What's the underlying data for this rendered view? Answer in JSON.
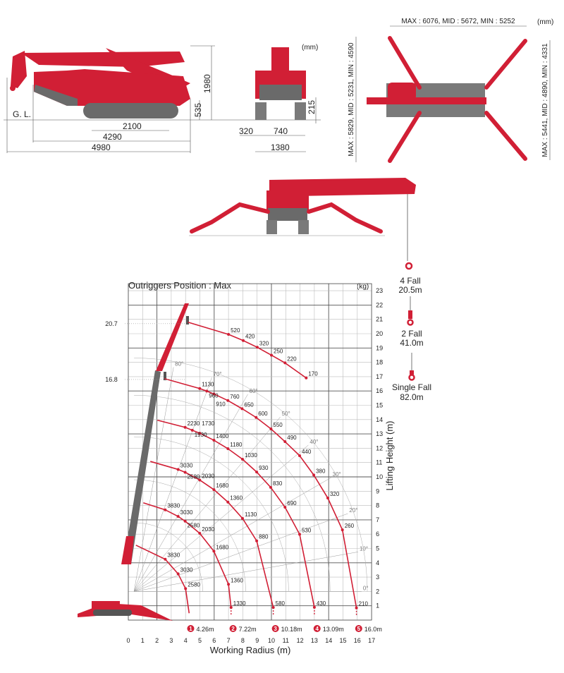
{
  "colors": {
    "crane_red": "#d11f35",
    "crane_gray": "#6a6a6a",
    "grid_dark": "#555555",
    "grid_light": "#bbbbbb"
  },
  "drawings": {
    "unit_label_front": "(mm)",
    "unit_label_top": "(mm)",
    "ground_label": "G. L.",
    "side": {
      "height": "1980",
      "ground_clearance": "535",
      "track_center": "2100",
      "body_length": "4290",
      "total_length": "4980"
    },
    "front": {
      "clearance": "215",
      "track_width": "320",
      "track_gap": "740",
      "total_width": "1380"
    },
    "top": {
      "width": "MAX : 6076, MID : 5672, MIN : 5252",
      "left_span": "MAX : 5829, MID : 5231, MIN : 4590",
      "right_span": "MAX : 5441, MID : 4890, MIN : 4331"
    },
    "falls": [
      {
        "name": "4 Fall",
        "height": "20.5m"
      },
      {
        "name": "2 Fall",
        "height": "41.0m"
      },
      {
        "name": "Single Fall",
        "height": "82.0m"
      }
    ]
  },
  "chart_data": {
    "type": "line",
    "title": "Outriggers Position : Max",
    "unit_label": "(kg)",
    "xlabel": "Working Radius (m)",
    "ylabel": "Lifting Height (m)",
    "xlim": [
      0,
      17
    ],
    "ylim": [
      0,
      23
    ],
    "x_ticks": [
      "0",
      "1",
      "2",
      "3",
      "4",
      "5",
      "6",
      "7",
      "8",
      "9",
      "10",
      "11",
      "12",
      "13",
      "14",
      "15",
      "16",
      "17"
    ],
    "y_ticks": [
      "1",
      "2",
      "3",
      "4",
      "5",
      "6",
      "7",
      "8",
      "9",
      "10",
      "11",
      "12",
      "13",
      "14",
      "15",
      "16",
      "17",
      "18",
      "19",
      "20",
      "21",
      "22",
      "23"
    ],
    "grid": true,
    "height_marks": [
      "20.7",
      "16.8"
    ],
    "boom_angles": [
      "80°",
      "70°",
      "60°",
      "50°",
      "40°",
      "30°",
      "20°",
      "10°",
      "0°"
    ],
    "radius_markers": [
      {
        "num": "1",
        "label": "4.26m",
        "x": 4.26
      },
      {
        "num": "2",
        "label": "7.22m",
        "x": 7.22
      },
      {
        "num": "3",
        "label": "10.18m",
        "x": 10.18
      },
      {
        "num": "4",
        "label": "13.09m",
        "x": 13.09
      },
      {
        "num": "5",
        "label": "16.0m",
        "x": 16.0
      }
    ],
    "series": [
      {
        "points": [
          [
            4.17,
            20.8,
            ""
          ],
          [
            7.0,
            19.95,
            "520"
          ],
          [
            8.03,
            19.52,
            "420"
          ],
          [
            9.01,
            19.05,
            "320"
          ],
          [
            10.0,
            18.5,
            "250"
          ],
          [
            10.95,
            17.96,
            "220"
          ],
          [
            12.43,
            16.91,
            "170"
          ]
        ]
      },
      {
        "points": [
          [
            2.53,
            16.86,
            ""
          ],
          [
            4.99,
            16.17,
            "1130"
          ],
          [
            5.48,
            15.99,
            "960"
          ],
          [
            5.98,
            15.79,
            "910"
          ],
          [
            6.96,
            15.33,
            "760"
          ],
          [
            7.95,
            14.76,
            "650"
          ],
          [
            8.93,
            14.15,
            "600"
          ],
          [
            9.97,
            13.35,
            "550"
          ],
          [
            10.95,
            12.46,
            "490"
          ],
          [
            11.97,
            11.48,
            "440"
          ],
          [
            12.96,
            10.13,
            "380"
          ],
          [
            13.94,
            8.52,
            "320"
          ],
          [
            14.96,
            6.3,
            "260"
          ],
          [
            15.94,
            0.85,
            "210"
          ]
        ]
      },
      {
        "points": [
          [
            2.03,
            13.96,
            ""
          ],
          [
            3.97,
            13.46,
            "2230"
          ],
          [
            4.47,
            13.26,
            "1930"
          ],
          [
            4.99,
            13.05,
            "1730"
          ],
          [
            5.98,
            12.56,
            "1400"
          ],
          [
            6.96,
            11.97,
            "1180"
          ],
          [
            7.98,
            11.23,
            "1030"
          ],
          [
            8.97,
            10.34,
            "930"
          ],
          [
            9.95,
            9.27,
            "830"
          ],
          [
            10.95,
            7.88,
            "690"
          ],
          [
            11.97,
            5.99,
            "530"
          ],
          [
            13.0,
            0.89,
            "430"
          ]
        ]
      },
      {
        "points": [
          [
            1.54,
            11.08,
            ""
          ],
          [
            3.48,
            10.52,
            "3030"
          ],
          [
            3.97,
            10.32,
            "2580"
          ],
          [
            4.99,
            9.78,
            "2030"
          ],
          [
            5.98,
            9.11,
            "1680"
          ],
          [
            6.96,
            8.24,
            "1360"
          ],
          [
            7.98,
            7.1,
            "1130"
          ],
          [
            8.97,
            5.53,
            "880"
          ],
          [
            10.13,
            0.88,
            "580"
          ]
        ]
      },
      {
        "points": [
          [
            1.05,
            8.19,
            ""
          ],
          [
            2.58,
            7.7,
            "3830"
          ],
          [
            3.48,
            7.24,
            "3030"
          ],
          [
            3.97,
            6.91,
            "2580"
          ],
          [
            4.99,
            6.06,
            "2030"
          ],
          [
            5.98,
            4.81,
            "1680"
          ],
          [
            7.0,
            2.5,
            "1360"
          ],
          [
            7.18,
            0.88,
            "1330"
          ]
        ]
      },
      {
        "points": [
          [
            0.53,
            5.23,
            ""
          ],
          [
            2.58,
            4.25,
            "3830"
          ],
          [
            3.48,
            3.23,
            "3030"
          ],
          [
            4.0,
            2.2,
            "2580"
          ],
          [
            4.25,
            0.48,
            ""
          ]
        ]
      }
    ]
  }
}
